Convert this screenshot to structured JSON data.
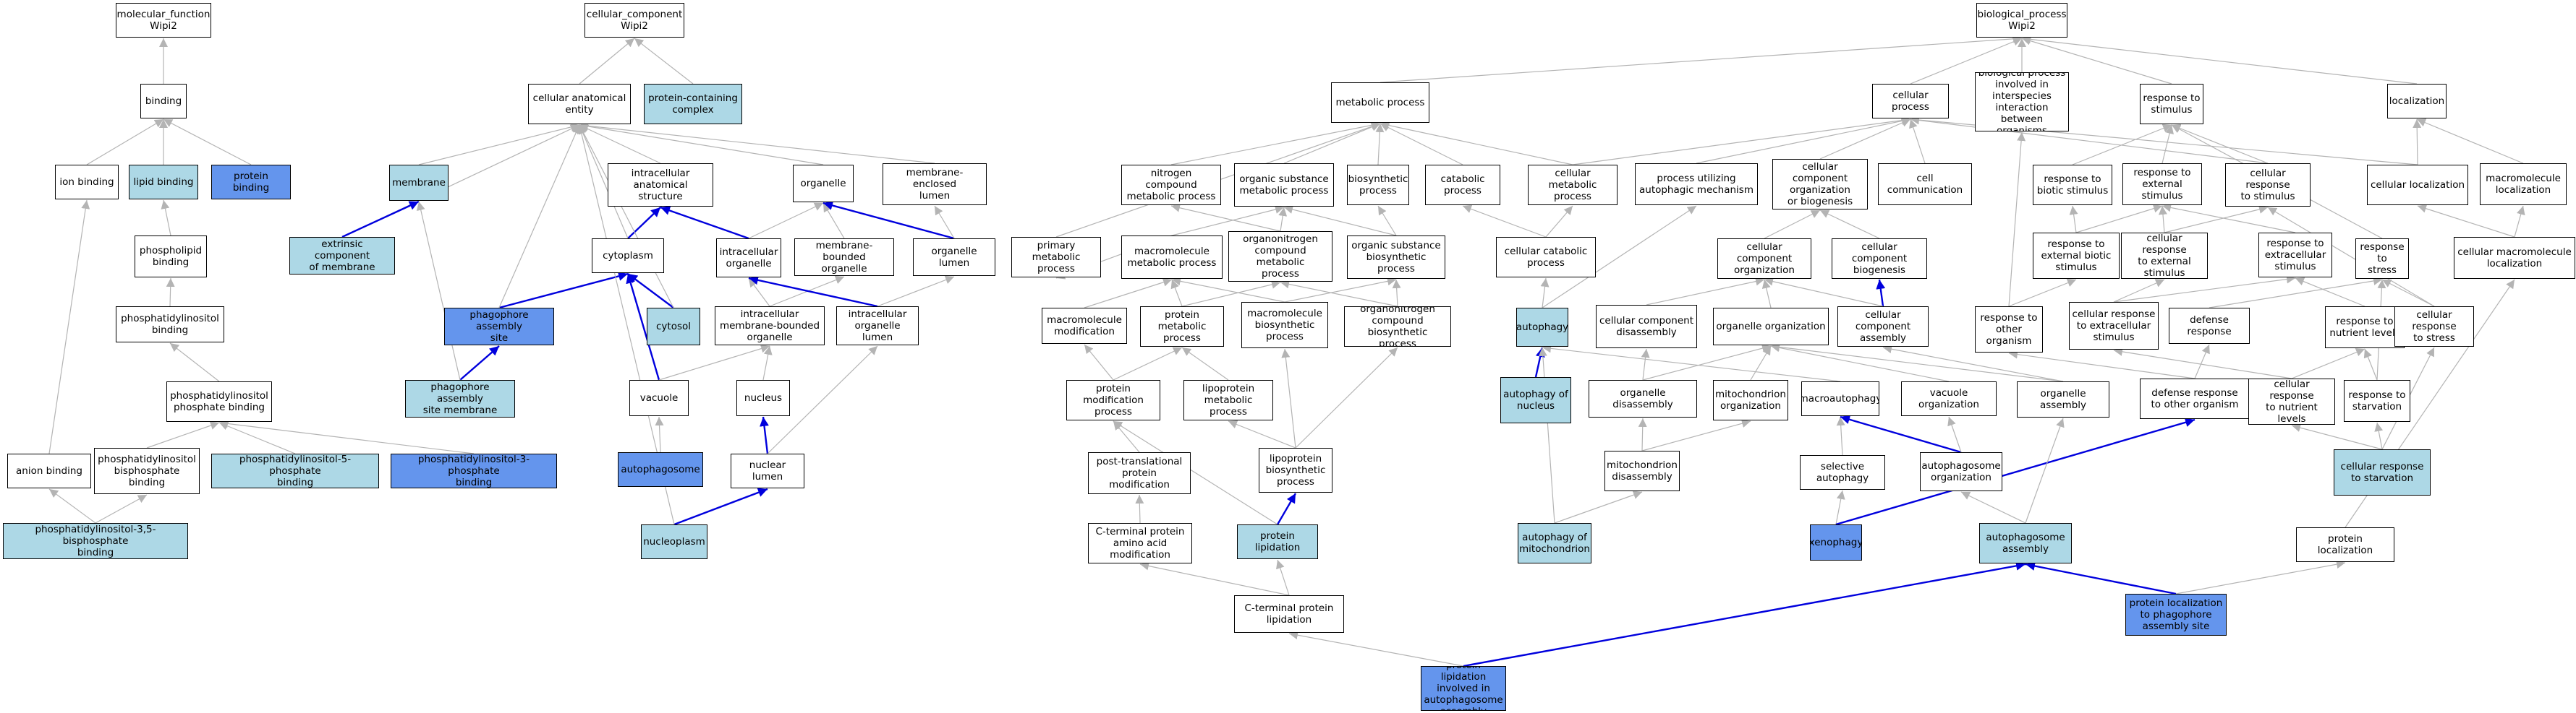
{
  "colors": {
    "plain": "#ffffff",
    "light": "#add8e6",
    "dark": "#6495ed",
    "edge_gray": "#b4b4b4",
    "edge_blue": "#0000dd"
  },
  "nodes": {
    "mf": {
      "label": "molecular_function\nWipi2",
      "fill": "plain"
    },
    "binding": {
      "label": "binding",
      "fill": "plain"
    },
    "ionb": {
      "label": "ion binding",
      "fill": "plain"
    },
    "lipidb": {
      "label": "lipid binding",
      "fill": "light"
    },
    "protb": {
      "label": "protein binding",
      "fill": "dark"
    },
    "phosphob": {
      "label": "phospholipid\nbinding",
      "fill": "plain"
    },
    "pib": {
      "label": "phosphatidylinositol\nbinding",
      "fill": "plain"
    },
    "pipb": {
      "label": "phosphatidylinositol\nphosphate binding",
      "fill": "plain"
    },
    "anionb": {
      "label": "anion binding",
      "fill": "plain"
    },
    "pibisb": {
      "label": "phosphatidylinositol\nbisphosphate\nbinding",
      "fill": "plain"
    },
    "pi5p": {
      "label": "phosphatidylinositol-5-phosphate\nbinding",
      "fill": "light"
    },
    "pi3p": {
      "label": "phosphatidylinositol-3-phosphate\nbinding",
      "fill": "dark"
    },
    "pi35": {
      "label": "phosphatidylinositol-3,5-bisphosphate\nbinding",
      "fill": "light"
    },
    "cc": {
      "label": "cellular_component\nWipi2",
      "fill": "plain"
    },
    "cae": {
      "label": "cellular anatomical\nentity",
      "fill": "plain"
    },
    "pcc": {
      "label": "protein-containing\ncomplex",
      "fill": "light"
    },
    "membrane": {
      "label": "membrane",
      "fill": "light"
    },
    "extrinsic": {
      "label": "extrinsic component\nof membrane",
      "fill": "light"
    },
    "ias": {
      "label": "intracellular\nanatomical structure",
      "fill": "plain"
    },
    "organelle": {
      "label": "organelle",
      "fill": "plain"
    },
    "mel": {
      "label": "membrane-enclosed\nlumen",
      "fill": "plain"
    },
    "cytoplasm": {
      "label": "cytoplasm",
      "fill": "plain"
    },
    "intorg": {
      "label": "intracellular\norganelle",
      "fill": "plain"
    },
    "mbo": {
      "label": "membrane-bounded\norganelle",
      "fill": "plain"
    },
    "orglumen": {
      "label": "organelle lumen",
      "fill": "plain"
    },
    "pas": {
      "label": "phagophore assembly\nsite",
      "fill": "dark"
    },
    "cytosol": {
      "label": "cytosol",
      "fill": "light"
    },
    "imbo": {
      "label": "intracellular\nmembrane-bounded\norganelle",
      "fill": "plain"
    },
    "iol": {
      "label": "intracellular\norganelle lumen",
      "fill": "plain"
    },
    "pasm": {
      "label": "phagophore assembly\nsite membrane",
      "fill": "light"
    },
    "vacuole": {
      "label": "vacuole",
      "fill": "plain"
    },
    "nucleus": {
      "label": "nucleus",
      "fill": "plain"
    },
    "autophagosome": {
      "label": "autophagosome",
      "fill": "dark"
    },
    "nuclumen": {
      "label": "nuclear lumen",
      "fill": "plain"
    },
    "nucleoplasm": {
      "label": "nucleoplasm",
      "fill": "light"
    },
    "bp": {
      "label": "biological_process\nWipi2",
      "fill": "plain"
    },
    "metproc": {
      "label": "metabolic process",
      "fill": "plain"
    },
    "cellproc": {
      "label": "cellular process",
      "fill": "plain"
    },
    "bpii": {
      "label": "biological process\ninvolved in\ninterspecies\ninteraction\nbetween organisms",
      "fill": "plain"
    },
    "rts": {
      "label": "response to\nstimulus",
      "fill": "plain"
    },
    "localization": {
      "label": "localization",
      "fill": "plain"
    },
    "ncmp": {
      "label": "nitrogen compound\nmetabolic process",
      "fill": "plain"
    },
    "osmp": {
      "label": "organic substance\nmetabolic process",
      "fill": "plain"
    },
    "biosyn": {
      "label": "biosynthetic\nprocess",
      "fill": "plain"
    },
    "catab": {
      "label": "catabolic process",
      "fill": "plain"
    },
    "cmp": {
      "label": "cellular metabolic\nprocess",
      "fill": "plain"
    },
    "puam": {
      "label": "process utilizing\nautophagic mechanism",
      "fill": "plain"
    },
    "ccob": {
      "label": "cellular component\norganization\nor biogenesis",
      "fill": "plain"
    },
    "cellcomm": {
      "label": "cell communication",
      "fill": "plain"
    },
    "rtbs": {
      "label": "response to\nbiotic stimulus",
      "fill": "plain"
    },
    "rtes": {
      "label": "response to\nexternal stimulus",
      "fill": "plain"
    },
    "crts": {
      "label": "cellular response\nto stimulus",
      "fill": "plain"
    },
    "cellloc": {
      "label": "cellular localization",
      "fill": "plain"
    },
    "macroloc": {
      "label": "macromolecule\nlocalization",
      "fill": "plain"
    },
    "pmp": {
      "label": "primary metabolic\nprocess",
      "fill": "plain"
    },
    "mmp": {
      "label": "macromolecule\nmetabolic process",
      "fill": "plain"
    },
    "ocmp": {
      "label": "organonitrogen\ncompound metabolic\nprocess",
      "fill": "plain"
    },
    "osbp": {
      "label": "organic substance\nbiosynthetic\nprocess",
      "fill": "plain"
    },
    "ccp": {
      "label": "cellular catabolic\nprocess",
      "fill": "plain"
    },
    "cco": {
      "label": "cellular component\norganization",
      "fill": "plain"
    },
    "ccb": {
      "label": "cellular component\nbiogenesis",
      "fill": "plain"
    },
    "rtebs": {
      "label": "response to\nexternal biotic\nstimulus",
      "fill": "plain"
    },
    "crtes": {
      "label": "cellular response\nto external\nstimulus",
      "fill": "plain"
    },
    "rtexs": {
      "label": "response to\nextracellular\nstimulus",
      "fill": "plain"
    },
    "rtstress": {
      "label": "response to\nstress",
      "fill": "plain"
    },
    "cmloc": {
      "label": "cellular macromolecule\nlocalization",
      "fill": "plain"
    },
    "mmod": {
      "label": "macromolecule\nmodification",
      "fill": "plain"
    },
    "protmp": {
      "label": "protein metabolic\nprocess",
      "fill": "plain"
    },
    "mbp": {
      "label": "macromolecule\nbiosynthetic\nprocess",
      "fill": "plain"
    },
    "ocbp": {
      "label": "organonitrogen\ncompound biosynthetic\nprocess",
      "fill": "plain"
    },
    "autophagy": {
      "label": "autophagy",
      "fill": "light"
    },
    "ccd": {
      "label": "cellular component\ndisassembly",
      "fill": "plain"
    },
    "orgorg": {
      "label": "organelle organization",
      "fill": "plain"
    },
    "cca": {
      "label": "cellular component\nassembly",
      "fill": "plain"
    },
    "rtoo": {
      "label": "response to\nother organism",
      "fill": "plain"
    },
    "crtexs": {
      "label": "cellular response\nto extracellular\nstimulus",
      "fill": "plain"
    },
    "defresp": {
      "label": "defense response",
      "fill": "plain"
    },
    "rtnl": {
      "label": "response to\nnutrient levels",
      "fill": "plain"
    },
    "crtstress": {
      "label": "cellular response\nto stress",
      "fill": "plain"
    },
    "pmodp": {
      "label": "protein modification\nprocess",
      "fill": "plain"
    },
    "lipomp": {
      "label": "lipoprotein\nmetabolic process",
      "fill": "plain"
    },
    "autonuc": {
      "label": "autophagy of\nnucleus",
      "fill": "light"
    },
    "orgdis": {
      "label": "organelle disassembly",
      "fill": "plain"
    },
    "mitoorg": {
      "label": "mitochondrion\norganization",
      "fill": "plain"
    },
    "macroauto": {
      "label": "macroautophagy",
      "fill": "plain"
    },
    "vacorg": {
      "label": "vacuole organization",
      "fill": "plain"
    },
    "orgasm": {
      "label": "organelle assembly",
      "fill": "plain"
    },
    "drtoo": {
      "label": "defense response\nto other organism",
      "fill": "plain"
    },
    "crtnl": {
      "label": "cellular response\nto nutrient\nlevels",
      "fill": "plain"
    },
    "rtstarv": {
      "label": "response to\nstarvation",
      "fill": "plain"
    },
    "ptpm": {
      "label": "post-translational\nprotein modification",
      "fill": "plain"
    },
    "lipobp": {
      "label": "lipoprotein\nbiosynthetic\nprocess",
      "fill": "plain"
    },
    "mitodis": {
      "label": "mitochondrion\ndisassembly",
      "fill": "plain"
    },
    "selauto": {
      "label": "selective autophagy",
      "fill": "plain"
    },
    "aporg": {
      "label": "autophagosome\norganization",
      "fill": "plain"
    },
    "crtstarv": {
      "label": "cellular response\nto starvation",
      "fill": "light"
    },
    "ctpaam": {
      "label": "C-terminal protein\namino acid modification",
      "fill": "plain"
    },
    "protlip": {
      "label": "protein lipidation",
      "fill": "light"
    },
    "automito": {
      "label": "autophagy of\nmitochondrion",
      "fill": "light"
    },
    "xenophagy": {
      "label": "xenophagy",
      "fill": "dark"
    },
    "apasm": {
      "label": "autophagosome\nassembly",
      "fill": "light"
    },
    "protloc": {
      "label": "protein localization",
      "fill": "plain"
    },
    "ctpl": {
      "label": "C-terminal protein\nlipidation",
      "fill": "plain"
    },
    "plpas": {
      "label": "protein localization\nto phagophore\nassembly site",
      "fill": "dark"
    },
    "plaa": {
      "label": "protein lipidation\ninvolved in\nautophagosome\nassembly",
      "fill": "dark"
    }
  },
  "edges": [
    [
      "binding",
      "mf",
      "g"
    ],
    [
      "ionb",
      "binding",
      "g"
    ],
    [
      "lipidb",
      "binding",
      "g"
    ],
    [
      "protb",
      "binding",
      "g"
    ],
    [
      "phosphob",
      "lipidb",
      "g"
    ],
    [
      "pib",
      "phosphob",
      "g"
    ],
    [
      "pipb",
      "pib",
      "g"
    ],
    [
      "anionb",
      "ionb",
      "g"
    ],
    [
      "pibisb",
      "pipb",
      "g"
    ],
    [
      "pi5p",
      "pipb",
      "g"
    ],
    [
      "pi3p",
      "pipb",
      "g"
    ],
    [
      "pi35",
      "pibisb",
      "g"
    ],
    [
      "pi35",
      "anionb",
      "g"
    ],
    [
      "cae",
      "cc",
      "g"
    ],
    [
      "pcc",
      "cc",
      "g"
    ],
    [
      "membrane",
      "cae",
      "g"
    ],
    [
      "extrinsic",
      "cae",
      "g"
    ],
    [
      "extrinsic",
      "membrane",
      "b"
    ],
    [
      "ias",
      "cae",
      "g"
    ],
    [
      "organelle",
      "cae",
      "g"
    ],
    [
      "mel",
      "cae",
      "g"
    ],
    [
      "cytoplasm",
      "ias",
      "b"
    ],
    [
      "cytoplasm",
      "cae",
      "g"
    ],
    [
      "intorg",
      "ias",
      "b"
    ],
    [
      "intorg",
      "organelle",
      "g"
    ],
    [
      "mbo",
      "organelle",
      "g"
    ],
    [
      "orglumen",
      "organelle",
      "b"
    ],
    [
      "orglumen",
      "mel",
      "g"
    ],
    [
      "pas",
      "cytoplasm",
      "b"
    ],
    [
      "pas",
      "cae",
      "g"
    ],
    [
      "cytosol",
      "cytoplasm",
      "b"
    ],
    [
      "cytosol",
      "cae",
      "g"
    ],
    [
      "imbo",
      "intorg",
      "g"
    ],
    [
      "imbo",
      "mbo",
      "g"
    ],
    [
      "iol",
      "intorg",
      "b"
    ],
    [
      "iol",
      "orglumen",
      "g"
    ],
    [
      "pasm",
      "pas",
      "b"
    ],
    [
      "pasm",
      "membrane",
      "g"
    ],
    [
      "vacuole",
      "cytoplasm",
      "b"
    ],
    [
      "vacuole",
      "imbo",
      "g"
    ],
    [
      "nucleus",
      "imbo",
      "g"
    ],
    [
      "autophagosome",
      "vacuole",
      "g"
    ],
    [
      "nuclumen",
      "nucleus",
      "b"
    ],
    [
      "nuclumen",
      "iol",
      "g"
    ],
    [
      "nucleoplasm",
      "nuclumen",
      "b"
    ],
    [
      "nucleoplasm",
      "cae",
      "g"
    ],
    [
      "metproc",
      "bp",
      "g"
    ],
    [
      "cellproc",
      "bp",
      "g"
    ],
    [
      "bpii",
      "bp",
      "g"
    ],
    [
      "rts",
      "bp",
      "g"
    ],
    [
      "localization",
      "bp",
      "g"
    ],
    [
      "ncmp",
      "metproc",
      "g"
    ],
    [
      "osmp",
      "metproc",
      "g"
    ],
    [
      "biosyn",
      "metproc",
      "g"
    ],
    [
      "catab",
      "metproc",
      "g"
    ],
    [
      "cmp",
      "metproc",
      "g"
    ],
    [
      "cmp",
      "cellproc",
      "g"
    ],
    [
      "puam",
      "cellproc",
      "g"
    ],
    [
      "ccob",
      "cellproc",
      "g"
    ],
    [
      "cellcomm",
      "cellproc",
      "g"
    ],
    [
      "rtbs",
      "rts",
      "g"
    ],
    [
      "rtes",
      "rts",
      "g"
    ],
    [
      "crts",
      "rts",
      "g"
    ],
    [
      "crts",
      "cellproc",
      "g"
    ],
    [
      "cellloc",
      "localization",
      "g"
    ],
    [
      "cellloc",
      "cellproc",
      "g"
    ],
    [
      "macroloc",
      "localization",
      "g"
    ],
    [
      "pmp",
      "metproc",
      "g"
    ],
    [
      "mmp",
      "osmp",
      "g"
    ],
    [
      "mmp",
      "pmp",
      "g"
    ],
    [
      "ocmp",
      "ncmp",
      "g"
    ],
    [
      "ocmp",
      "osmp",
      "g"
    ],
    [
      "osbp",
      "osmp",
      "g"
    ],
    [
      "osbp",
      "biosyn",
      "g"
    ],
    [
      "ccp",
      "catab",
      "g"
    ],
    [
      "ccp",
      "cmp",
      "g"
    ],
    [
      "cco",
      "ccob",
      "g"
    ],
    [
      "ccb",
      "ccob",
      "g"
    ],
    [
      "rtebs",
      "rtbs",
      "g"
    ],
    [
      "rtebs",
      "rtes",
      "g"
    ],
    [
      "crtes",
      "rtes",
      "g"
    ],
    [
      "crtes",
      "crts",
      "g"
    ],
    [
      "rtexs",
      "rtes",
      "g"
    ],
    [
      "rtstress",
      "rts",
      "g"
    ],
    [
      "cmloc",
      "cellloc",
      "g"
    ],
    [
      "cmloc",
      "macroloc",
      "g"
    ],
    [
      "mmod",
      "mmp",
      "g"
    ],
    [
      "protmp",
      "mmp",
      "g"
    ],
    [
      "protmp",
      "ocmp",
      "g"
    ],
    [
      "mbp",
      "mmp",
      "g"
    ],
    [
      "mbp",
      "osbp",
      "g"
    ],
    [
      "ocbp",
      "ocmp",
      "g"
    ],
    [
      "ocbp",
      "osbp",
      "g"
    ],
    [
      "autophagy",
      "ccp",
      "g"
    ],
    [
      "autophagy",
      "puam",
      "g"
    ],
    [
      "ccd",
      "cco",
      "g"
    ],
    [
      "orgorg",
      "cco",
      "g"
    ],
    [
      "cca",
      "ccb",
      "b"
    ],
    [
      "cca",
      "cco",
      "g"
    ],
    [
      "rtoo",
      "rtebs",
      "g"
    ],
    [
      "rtoo",
      "bpii",
      "g"
    ],
    [
      "crtexs",
      "rtexs",
      "g"
    ],
    [
      "crtexs",
      "crtes",
      "g"
    ],
    [
      "defresp",
      "rtstress",
      "g"
    ],
    [
      "rtnl",
      "rtexs",
      "g"
    ],
    [
      "crtstress",
      "rtstress",
      "g"
    ],
    [
      "crtstress",
      "crts",
      "g"
    ],
    [
      "pmodp",
      "mmod",
      "g"
    ],
    [
      "pmodp",
      "protmp",
      "g"
    ],
    [
      "lipomp",
      "protmp",
      "g"
    ],
    [
      "autonuc",
      "autophagy",
      "b"
    ],
    [
      "orgdis",
      "ccd",
      "g"
    ],
    [
      "orgdis",
      "orgorg",
      "g"
    ],
    [
      "mitoorg",
      "orgorg",
      "g"
    ],
    [
      "macroauto",
      "autophagy",
      "g"
    ],
    [
      "vacorg",
      "orgorg",
      "g"
    ],
    [
      "orgasm",
      "cca",
      "g"
    ],
    [
      "orgasm",
      "orgorg",
      "g"
    ],
    [
      "drtoo",
      "defresp",
      "g"
    ],
    [
      "drtoo",
      "rtoo",
      "g"
    ],
    [
      "crtnl",
      "rtnl",
      "g"
    ],
    [
      "crtnl",
      "crtexs",
      "g"
    ],
    [
      "rtstarv",
      "rtnl",
      "g"
    ],
    [
      "rtstarv",
      "rtstress",
      "g"
    ],
    [
      "ptpm",
      "pmodp",
      "g"
    ],
    [
      "lipobp",
      "lipomp",
      "g"
    ],
    [
      "lipobp",
      "mbp",
      "g"
    ],
    [
      "lipobp",
      "ocbp",
      "g"
    ],
    [
      "mitodis",
      "orgdis",
      "g"
    ],
    [
      "mitodis",
      "mitoorg",
      "g"
    ],
    [
      "selauto",
      "macroauto",
      "g"
    ],
    [
      "aporg",
      "macroauto",
      "b"
    ],
    [
      "aporg",
      "vacorg",
      "g"
    ],
    [
      "crtstarv",
      "crtnl",
      "g"
    ],
    [
      "crtstarv",
      "rtstarv",
      "g"
    ],
    [
      "crtstarv",
      "crtstress",
      "g"
    ],
    [
      "ctpaam",
      "ptpm",
      "g"
    ],
    [
      "protlip",
      "lipobp",
      "b"
    ],
    [
      "protlip",
      "pmodp",
      "g"
    ],
    [
      "automito",
      "mitodis",
      "g"
    ],
    [
      "automito",
      "autophagy",
      "g"
    ],
    [
      "xenophagy",
      "selauto",
      "g"
    ],
    [
      "xenophagy",
      "drtoo",
      "b"
    ],
    [
      "apasm",
      "aporg",
      "g"
    ],
    [
      "apasm",
      "orgasm",
      "g"
    ],
    [
      "protloc",
      "cmloc",
      "g"
    ],
    [
      "ctpl",
      "ctpaam",
      "g"
    ],
    [
      "ctpl",
      "protlip",
      "g"
    ],
    [
      "plpas",
      "apasm",
      "b"
    ],
    [
      "plpas",
      "protloc",
      "g"
    ],
    [
      "plaa",
      "apasm",
      "b"
    ],
    [
      "plaa",
      "ctpl",
      "g"
    ]
  ]
}
